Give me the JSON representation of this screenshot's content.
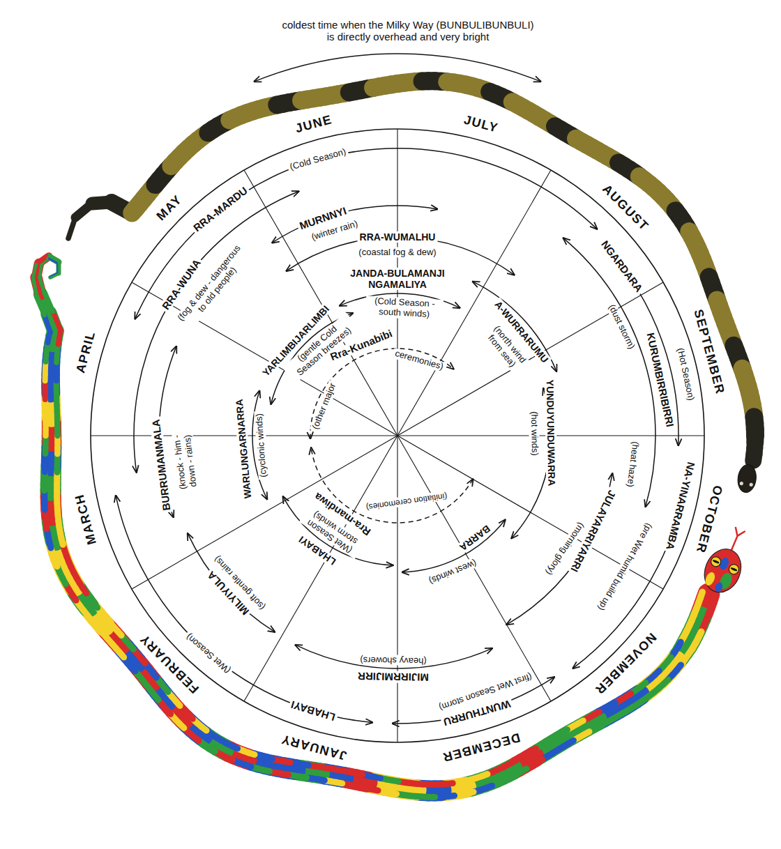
{
  "diagram": {
    "labels": [
      "coldest time when the Milky Way (BUNBULIBUNBULI) is directly overhead and very bright",
      "JUNE",
      "JULY",
      "AUGUST",
      "SEPTEMBER",
      "OCTOBER",
      "NOVEMBER",
      "DECEMBER",
      "JANUARY",
      "FEBRUARY",
      "MARCH",
      "APRIL",
      "MAY",
      "(Cold Season)",
      "RRA-MARDU",
      "NGARDARA",
      "(Hot Season)",
      "NA-YINARRAMBA",
      "(pre Wet humid build up)",
      "WUNTHURRU",
      "(first Wet Season storm)",
      "LHABAYI",
      "(Wet Season)",
      "RRA-WUNA",
      "(fog & dew - dangerous to old people)",
      "MURNNYI",
      "(winter rain)",
      "KURUMBIRRIBIRRI",
      "(dust storm)",
      "(heat haze)",
      "JULAYARRIYARRI",
      "(morning glory)",
      "MIJIRRMIJIRR",
      "(heavy showers)",
      "MILYIYULA",
      "(soft gentle rains)",
      "BURRUMANMALA",
      "(knock - him - down - rains)",
      "RRA-WUMALHU",
      "(coastal fog & dew)",
      "JANDA-BULAMANJI NGAMALIYA",
      "(Cold Season - south winds)",
      "A-WURRARUMU",
      "(north wind from sea)",
      "YUNDUYUNDUWARRA",
      "(hot winds)",
      "BARRA",
      "(west winds)",
      "LHABAYI",
      "(Wet Season storm winds)",
      "WARLUNGARNARRA",
      "(cyclonic winds)",
      "YARLIMBIJARLIMBI",
      "(gentle Cold Season breezes)",
      "Rra-Kunabibi",
      "(other major",
      "ceremonies)",
      "Rra-mandiwa",
      "(initiation ceremonies)"
    ]
  }
}
